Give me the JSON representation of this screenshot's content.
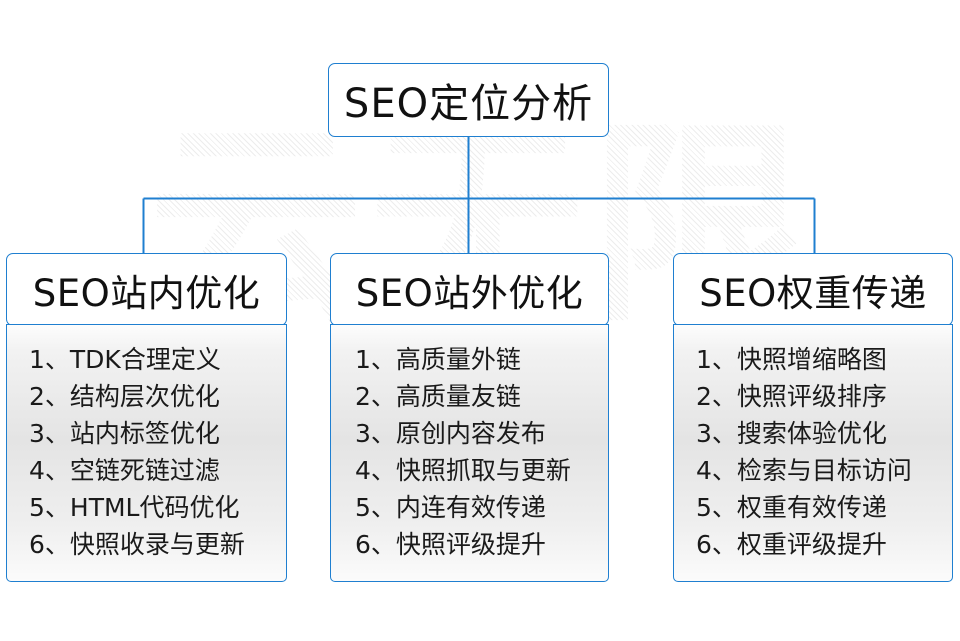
{
  "diagram": {
    "title": "SEO定位分析",
    "watermark": "云无限",
    "accent_color": "#1f7fd0",
    "text_color": "#1a1a1a",
    "background_color": "#ffffff"
  },
  "root": {
    "label": "SEO定位分析"
  },
  "columns": [
    {
      "id": "seo-onsite",
      "header": "SEO站内优化",
      "items": [
        "1、TDK合理定义",
        "2、结构层次优化",
        "3、站内标签优化",
        "4、空链死链过滤",
        "5、HTML代码优化",
        "6、快照收录与更新"
      ]
    },
    {
      "id": "seo-offsite",
      "header": "SEO站外优化",
      "items": [
        "1、高质量外链",
        "2、高质量友链",
        "3、原创内容发布",
        "4、快照抓取与更新",
        "5、内连有效传递",
        "6、快照评级提升"
      ]
    },
    {
      "id": "seo-weight",
      "header": "SEO权重传递",
      "items": [
        "1、快照增缩略图",
        "2、快照评级排序",
        "3、搜索体验优化",
        "4、检索与目标访问",
        "5、权重有效传递",
        "6、权重评级提升"
      ]
    }
  ]
}
